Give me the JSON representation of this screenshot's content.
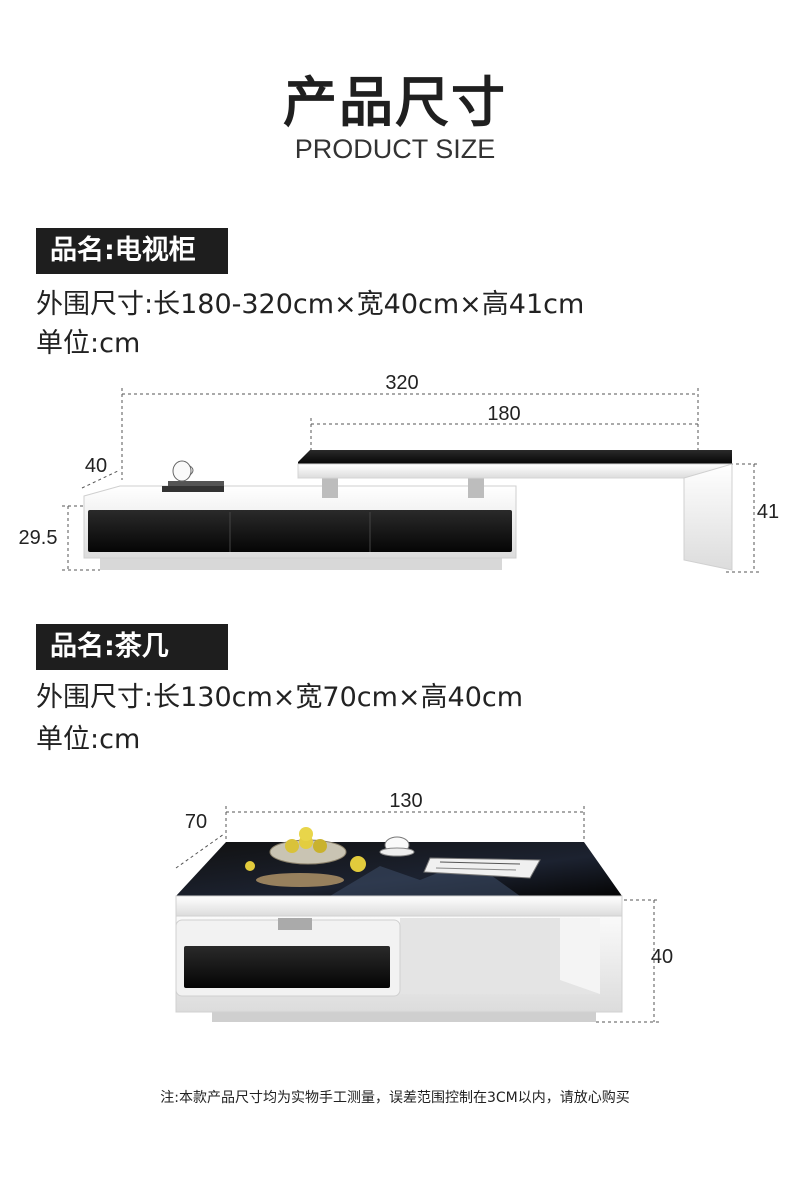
{
  "header": {
    "title_cn": "产品尺寸",
    "title_en": "PRODUCT SIZE"
  },
  "products": [
    {
      "name": "品名:电视柜",
      "dimensions": "外围尺寸:长180-320cm×宽40cm×高41cm",
      "unit": "单位:cm",
      "dims": {
        "total_length": "320",
        "top_length": "180",
        "depth": "40",
        "base_height": "29.5",
        "height": "41"
      }
    },
    {
      "name": "品名:茶几",
      "dimensions": "外围尺寸:长130cm×宽70cm×高40cm",
      "unit": "单位:cm",
      "dims": {
        "length": "130",
        "depth": "70",
        "height": "40"
      }
    }
  ],
  "footer": {
    "note": "注:本款产品尺寸均为实物手工测量，误差范围控制在3CM以内，请放心购买"
  }
}
